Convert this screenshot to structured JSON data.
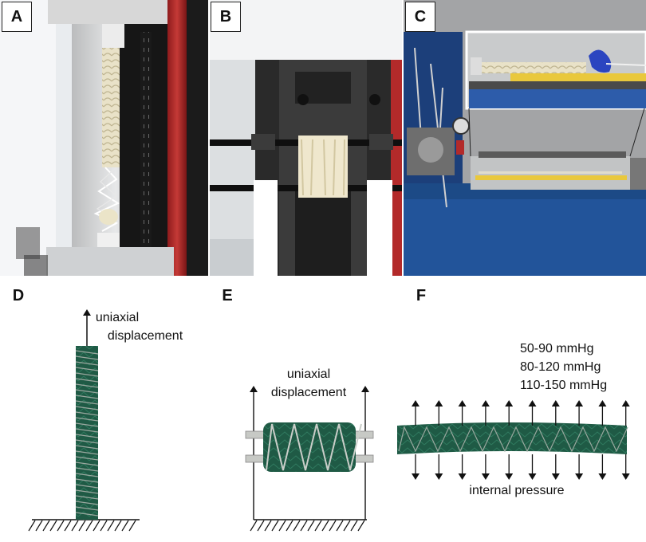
{
  "panels": {
    "A": "A",
    "B": "B",
    "C": "C",
    "D": "D",
    "E": "E",
    "F": "F"
  },
  "annotations": {
    "d_label_line1": "uniaxial",
    "d_label_line2": "displacement",
    "e_label_line1": "uniaxial",
    "e_label_line2": "displacement",
    "f_pressure_1": "50-90 mmHg",
    "f_pressure_2": "80-120 mmHg",
    "f_pressure_3": "110-150 mmHg",
    "f_internal": "internal pressure"
  },
  "colors": {
    "graft_green": "#1f5a45",
    "graft_stripe": "#9aa89f",
    "machine_red": "#b3282a",
    "bench_blue": "#1c4a86",
    "wall_gray": "#a3a4a6"
  }
}
